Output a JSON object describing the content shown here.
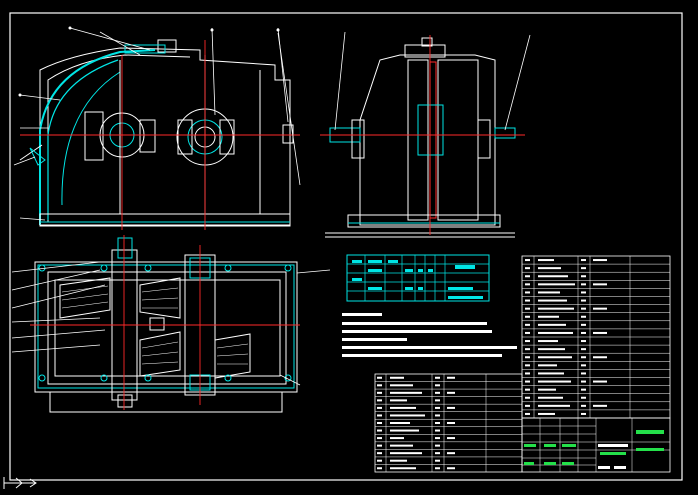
{
  "colors": {
    "background": "#000000",
    "linework": "#ffffff",
    "cyan_layer": "#00e5e5",
    "red_layer": "#ff2a2a",
    "yellow_layer": "#ffd23a",
    "green_layer": "#24e04a",
    "magenta_layer": "#e45be4"
  },
  "ucs_icon": "ucs-icon",
  "tech_table": {
    "rows": 5,
    "cols": 10,
    "fill": "#00e5e5"
  },
  "parts_list": {
    "rows": 20,
    "cols": 4,
    "fill": "#ffffff"
  },
  "title_block": {
    "rows": 7,
    "cols": 6
  },
  "notes_lines": 6
}
